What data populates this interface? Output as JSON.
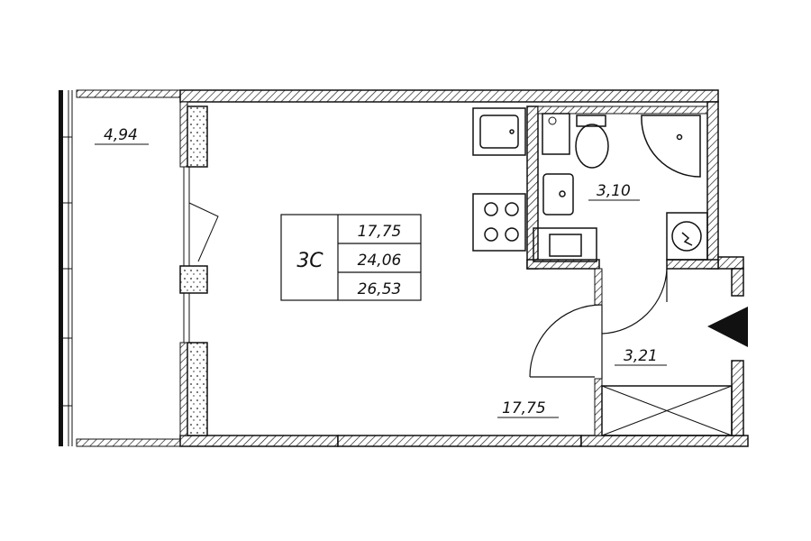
{
  "plan": {
    "unit_type": "3С",
    "areas": {
      "living": "17,75",
      "total": "24,06",
      "total_with_balcony": "26,53"
    },
    "rooms": {
      "balcony": "4,94",
      "bathroom": "3,10",
      "hallway": "3,21",
      "main_room": "17,75"
    },
    "entrance_marker": "entrance-arrow-icon",
    "colors": {
      "line": "#111111",
      "background": "#ffffff"
    }
  }
}
